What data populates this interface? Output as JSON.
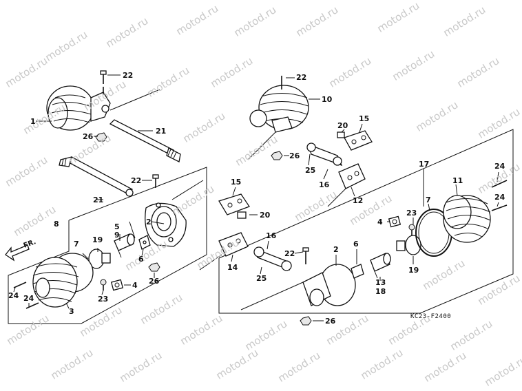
{
  "diagram": {
    "watermark_text": "motod.ru",
    "diagram_code": "KC23-F2400",
    "direction_label": "FR.",
    "callouts": [
      {
        "id": "c22a",
        "text": "22"
      },
      {
        "id": "c1",
        "text": "1"
      },
      {
        "id": "c21a",
        "text": "21"
      },
      {
        "id": "c26a",
        "text": "26"
      },
      {
        "id": "c22b",
        "text": "22"
      },
      {
        "id": "c21b",
        "text": "21"
      },
      {
        "id": "c8",
        "text": "8"
      },
      {
        "id": "c2a",
        "text": "2"
      },
      {
        "id": "c5",
        "text": "5"
      },
      {
        "id": "c9",
        "text": "9"
      },
      {
        "id": "c7a",
        "text": "7"
      },
      {
        "id": "c19a",
        "text": "19"
      },
      {
        "id": "c6a",
        "text": "6"
      },
      {
        "id": "c24a",
        "text": "24"
      },
      {
        "id": "c24b",
        "text": "24"
      },
      {
        "id": "c3",
        "text": "3"
      },
      {
        "id": "c23a",
        "text": "23"
      },
      {
        "id": "c4a",
        "text": "4"
      },
      {
        "id": "c26b",
        "text": "26"
      },
      {
        "id": "c22c",
        "text": "22"
      },
      {
        "id": "c10",
        "text": "10"
      },
      {
        "id": "c20a",
        "text": "20"
      },
      {
        "id": "c15a",
        "text": "15"
      },
      {
        "id": "c26c",
        "text": "26"
      },
      {
        "id": "c25a",
        "text": "25"
      },
      {
        "id": "c16a",
        "text": "16"
      },
      {
        "id": "c12",
        "text": "12"
      },
      {
        "id": "c17",
        "text": "17"
      },
      {
        "id": "c15b",
        "text": "15"
      },
      {
        "id": "c20b",
        "text": "20"
      },
      {
        "id": "c14",
        "text": "14"
      },
      {
        "id": "c16b",
        "text": "16"
      },
      {
        "id": "c22d",
        "text": "22"
      },
      {
        "id": "c25b",
        "text": "25"
      },
      {
        "id": "c2b",
        "text": "2"
      },
      {
        "id": "c6b",
        "text": "6"
      },
      {
        "id": "c13",
        "text": "13"
      },
      {
        "id": "c18",
        "text": "18"
      },
      {
        "id": "c4b",
        "text": "4"
      },
      {
        "id": "c23b",
        "text": "23"
      },
      {
        "id": "c7b",
        "text": "7"
      },
      {
        "id": "c11",
        "text": "11"
      },
      {
        "id": "c24c",
        "text": "24"
      },
      {
        "id": "c24d",
        "text": "24"
      },
      {
        "id": "c19b",
        "text": "19"
      },
      {
        "id": "c26d",
        "text": "26"
      }
    ]
  }
}
